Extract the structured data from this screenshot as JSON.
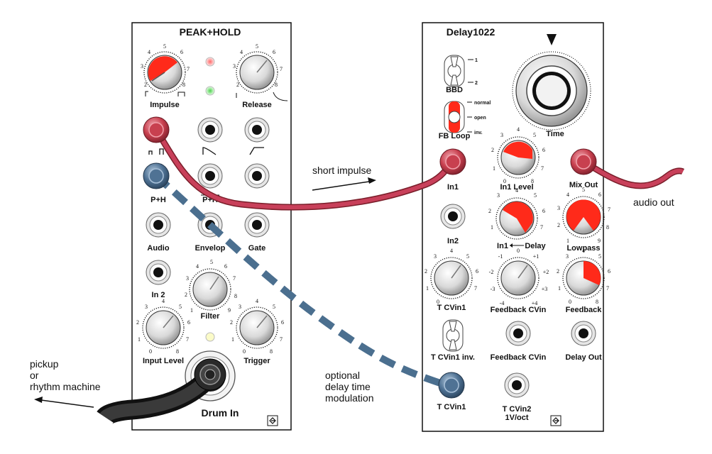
{
  "peak_hold": {
    "title": "PEAK+HOLD",
    "knobs": {
      "impulse": "Impulse",
      "release": "Release",
      "filter": "Filter",
      "input_level": "Input Level",
      "trigger": "Trigger"
    },
    "jacks": {
      "ph": "P+H",
      "ph_inv": "P+H",
      "audio": "Audio",
      "envelop": "Envelop",
      "gate": "Gate",
      "in2": "In 2"
    },
    "drum_in": "Drum In",
    "ticks": [
      "0",
      "1",
      "2",
      "3",
      "4",
      "5",
      "6",
      "7",
      "8",
      "9"
    ]
  },
  "delay": {
    "title": "Delay1022",
    "bbd_label": "BBD",
    "bbd_opts": [
      "1",
      "2"
    ],
    "fb_loop_label": "FB Loop",
    "fb_opts": [
      "normal",
      "open",
      "inv."
    ],
    "time": "Time",
    "in1": "In1",
    "in1_level": "In1 Level",
    "mix_out": "Mix Out",
    "in2": "In2",
    "in1_delay": "In1",
    "delay_word": "Delay",
    "lowpass": "Lowpass",
    "tcvin1": "T CVin1",
    "feedback_cvin_knob": "Feedback CVin",
    "feedback": "Feedback",
    "tcvin1_inv": "T CVin1 inv.",
    "feedback_cvin_jack": "Feedback CVin",
    "delay_out": "Delay Out",
    "tcvin1_jack": "T CVin1",
    "tcvin2": "T CVin2",
    "tcvin2_sub": "1V/oct",
    "fb_cv_ticks": [
      "-4",
      "-3",
      "-2",
      "-1",
      "0",
      "+1",
      "+2",
      "+3",
      "+4"
    ]
  },
  "annotations": {
    "short_impulse": "short impulse",
    "audio_out": "audio out",
    "optional_1": "optional",
    "optional_2": "delay time",
    "optional_3": "modulation",
    "pickup_1": "pickup",
    "pickup_2": "or",
    "pickup_3": "rhythm machine"
  },
  "colors": {
    "red_cable": "#c0394f",
    "blue_cable": "#4b6f8f",
    "black_cable": "#1e1e1e",
    "knob_red": "#ff2a1a"
  }
}
